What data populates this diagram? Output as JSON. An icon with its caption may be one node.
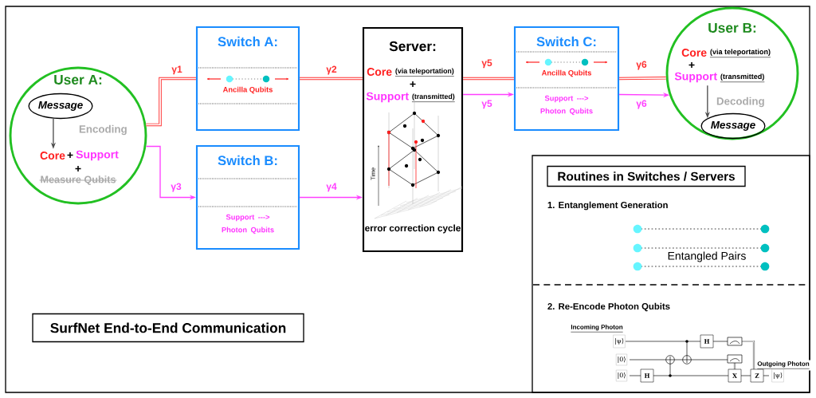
{
  "diagram": {
    "nodes": [
      {
        "text": [
          "User A:"
        ]
      },
      {
        "text": [
          "Message"
        ],
        "in": 0
      },
      {
        "text": [
          "Core",
          "+",
          "Support",
          "+",
          "Measure Qubits"
        ],
        "in": 0
      },
      {
        "text": [
          "Switch A:",
          "Ancilla Qubits"
        ]
      },
      {
        "text": [
          "Switch B:",
          "Support ---> Photon Qubits"
        ]
      },
      {
        "text": [
          "Server:",
          "Core",
          "(via teleportation)",
          "+",
          "Support",
          "(transmitted)",
          "error correction cycle"
        ]
      },
      {
        "text": [
          "Switch C:",
          "Ancilla Qubits",
          "Support ---> Photon Qubits"
        ]
      },
      {
        "text": [
          "User B:"
        ]
      },
      {
        "text": [
          "Core",
          "(via teleportation)",
          "+",
          "Support",
          "(transmitted)"
        ],
        "in": 7
      },
      {
        "text": [
          "Message"
        ],
        "in": 7
      },
      {
        "text": [
          "1. Entanglement Generation",
          "Entangled Pairs",
          "2. Re-Encode Photon Qubits"
        ]
      },
      {
        "text": [
          "Routines in Switches / Servers"
        ],
        "in": 10
      },
      {
        "text": [
          "SurfNet End-to-End Communication"
        ]
      }
    ],
    "edges": [
      {
        "from": 1,
        "to": 2,
        "arrow": "to",
        "label": "Encoding",
        "color": "#4c4c4c"
      },
      {
        "from": 0,
        "to": 3,
        "arrow": "none",
        "label": "γ1",
        "style": "thick",
        "color": "#ff3030"
      },
      {
        "from": 3,
        "to": 5,
        "arrow": "none",
        "label": "γ2",
        "style": "thick",
        "color": "#ff3030"
      },
      {
        "from": 0,
        "to": 4,
        "arrow": "to",
        "label": "γ3",
        "color": "#ff40ff"
      },
      {
        "from": 4,
        "to": 5,
        "arrow": "to",
        "label": "γ4",
        "color": "#ff40ff"
      },
      {
        "from": 5,
        "to": 6,
        "arrow": "none",
        "label": "γ5",
        "style": "thick",
        "color": "#ff3030"
      },
      {
        "from": 5,
        "to": 6,
        "arrow": "to",
        "label": "γ5",
        "color": "#ff40ff"
      },
      {
        "from": 6,
        "to": 7,
        "arrow": "none",
        "label": "γ6",
        "style": "thick",
        "color": "#ff3030"
      },
      {
        "from": 6,
        "to": 7,
        "arrow": "to",
        "label": "γ6",
        "color": "#ff40ff"
      },
      {
        "from": 8,
        "to": 9,
        "arrow": "to",
        "label": "Decoding",
        "color": "#4c4c4c"
      }
    ],
    "labels": [
      "Time",
      "Incoming Photon",
      "|ψ⟩",
      "H",
      "|0⟩",
      "Outgoing Photon",
      "|0⟩",
      "H",
      "X",
      "Z",
      "|ψ⟩"
    ]
  }
}
